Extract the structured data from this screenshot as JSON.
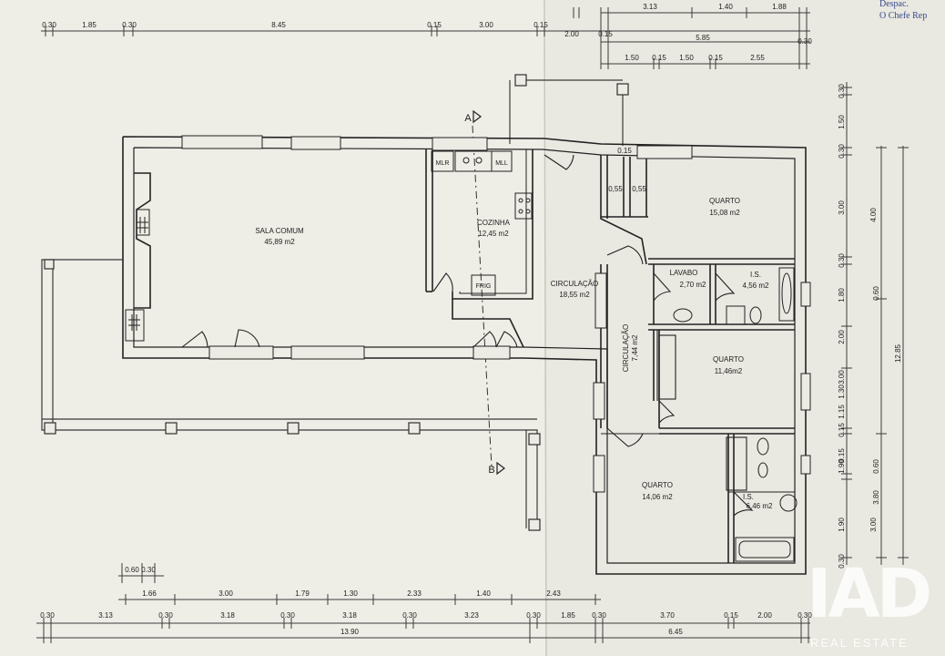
{
  "rooms": {
    "sala_comum": {
      "name": "SALA COMUM",
      "area": "45,89 m2"
    },
    "cozinha": {
      "name": "COZINHA",
      "area": "12,45 m2"
    },
    "mlr": "MLR",
    "mll": "MLL",
    "frig": "FRIG",
    "circulacao_main": {
      "name": "CIRCULAÇÃO",
      "area": "18,55 m2"
    },
    "circulacao_hall": {
      "name": "CIRCULAÇÃO",
      "area": "7,44 m2"
    },
    "quarto_1": {
      "name": "QUARTO",
      "area": "15,08 m2"
    },
    "lavabo": {
      "name": "LAVABO",
      "area": "2,70 m2"
    },
    "is_1": {
      "name": "I.S.",
      "area": "4,56 m2"
    },
    "quarto_2": {
      "name": "QUARTO",
      "area": "11,46m2"
    },
    "quarto_3": {
      "name": "QUARTO",
      "area": "14,06 m2"
    },
    "is_2": {
      "name": "I.S.",
      "area": "6,46 m2"
    },
    "closet_a": "0,55",
    "closet_b": "0,55",
    "closet_top": "0.15"
  },
  "sections": {
    "a": "A",
    "b": "B"
  },
  "top_dims_row1": [
    "0.30",
    "1.85",
    "0.30",
    "8.45",
    "0.15",
    "3.00",
    "0.15",
    "2.00",
    "0.15",
    "0.30"
  ],
  "top_dims_row2": [
    "3.13",
    "1.40",
    "1.88",
    "5.85"
  ],
  "top_dims_row3": [
    "1.50",
    "0.15",
    "1.50",
    "0.15",
    "2.55"
  ],
  "right_dims_inner": [
    "0.30",
    "1.50",
    "0.30",
    "3.00",
    "0.30",
    "1.80",
    "2.00",
    "1.30",
    "3.00",
    "0.15",
    "1.15",
    "0.15",
    "1.90",
    "1.90",
    "0.30"
  ],
  "right_dims_mid": [
    "0.60",
    "0.60",
    "3.80"
  ],
  "right_dims_outer": [
    "4.00",
    "12.85",
    "3.00"
  ],
  "bottom_dims_row0": [
    "0.60",
    "0.30"
  ],
  "bottom_dims_row1": [
    "1.66",
    "3.00",
    "1.79",
    "1.30",
    "2.33",
    "1.40",
    "2.43"
  ],
  "bottom_dims_row2": [
    "0.30",
    "3.13",
    "0.30",
    "3.18",
    "0.30",
    "3.18",
    "0.30",
    "3.23",
    "0.30",
    "1.85",
    "0.30",
    "3.70",
    "0.15",
    "2.00",
    "0.30"
  ],
  "bottom_dims_row3": [
    "13.90",
    "6.45"
  ],
  "stamp": {
    "line1": "Despac.",
    "line2": "O Chefe Rep"
  },
  "watermark": {
    "logo": "IAD",
    "sub": "REAL ESTATE"
  }
}
